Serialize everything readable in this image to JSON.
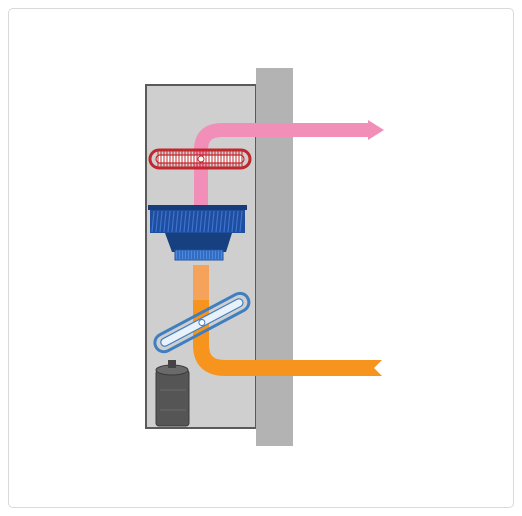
{
  "diagram": {
    "colors": {
      "cabinet_fill": "#cfcfcf",
      "cabinet_border": "#5a5a5a",
      "wall": "#b3b3b3",
      "hot_duct": "#f28fb8",
      "cool_duct": "#f7941d",
      "cool_duct_light": "#f5a35b",
      "condenser_coil": "#c0282d",
      "evaporator_coil": "#3f7fbf",
      "fan": "#1f4e9e",
      "fan_hub": "#4a8ae0",
      "compressor": "#555555"
    },
    "components": [
      "heat-exchanger-coil-hot",
      "blower-fan",
      "heat-exchanger-coil-cold",
      "compressor",
      "exhaust-duct",
      "supply-duct",
      "wall"
    ]
  }
}
